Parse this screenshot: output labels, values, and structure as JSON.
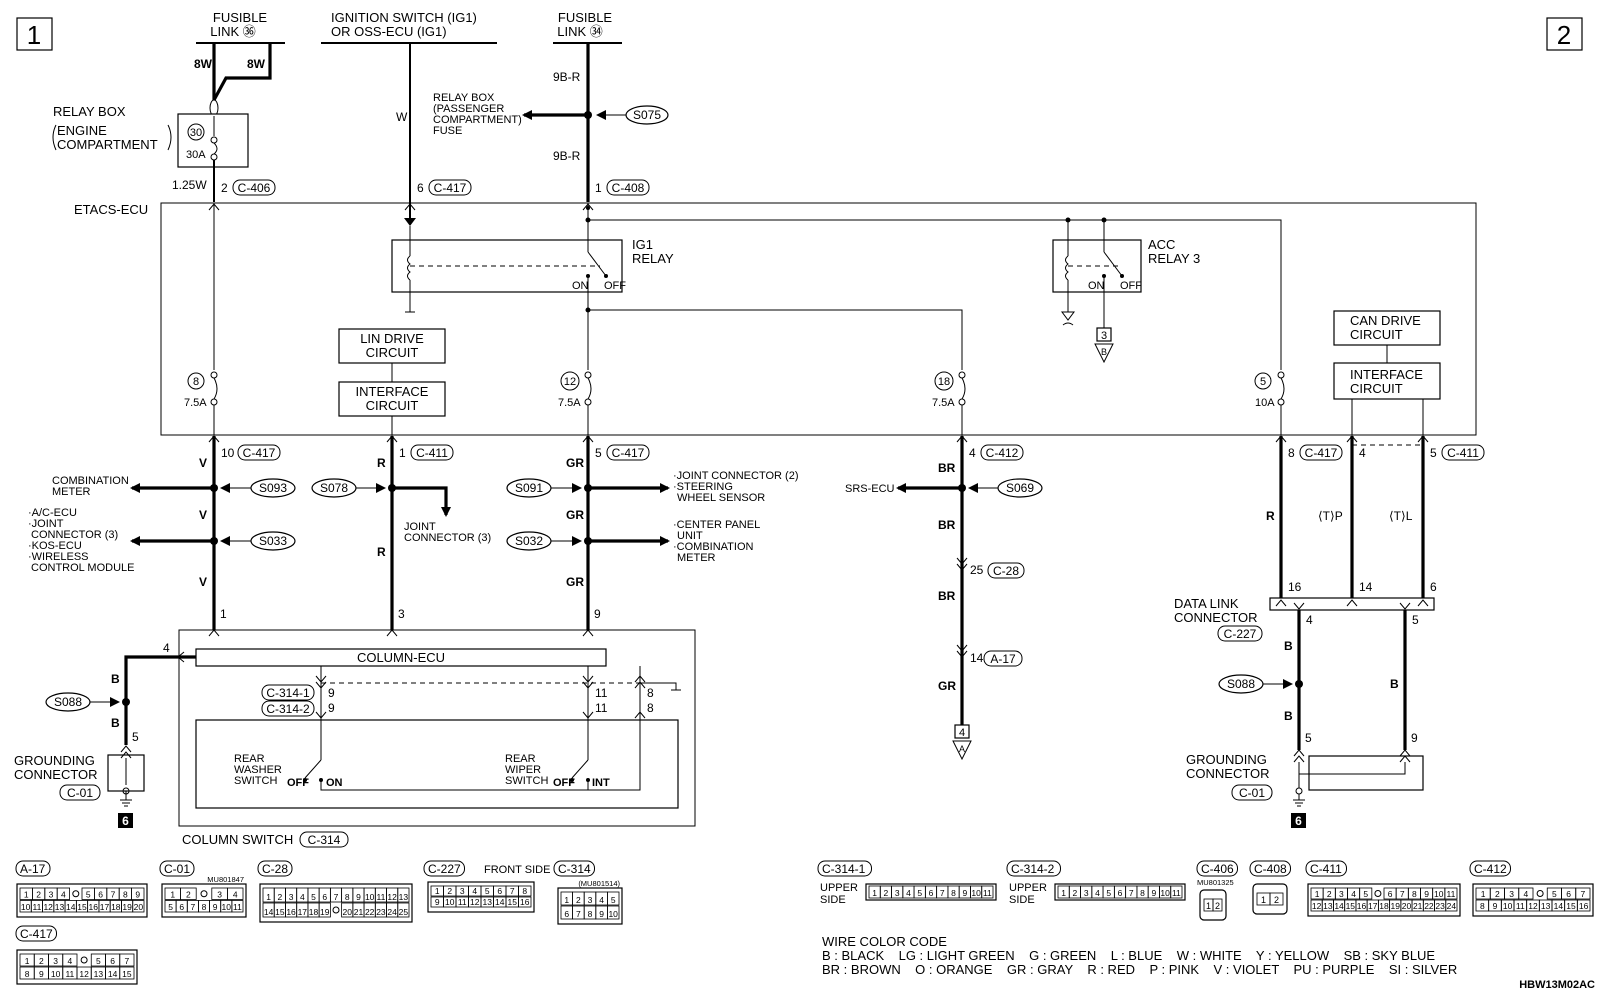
{
  "corner_labels": [
    "1",
    "2"
  ],
  "sources": {
    "fusible_link_36": [
      "FUSIBLE",
      "LINK ㊱"
    ],
    "ignition_switch": [
      "IGNITION SWITCH (IG1)",
      "OR OSS-ECU (IG1)"
    ],
    "fusible_link_34": [
      "FUSIBLE",
      "LINK ㉞"
    ]
  },
  "relay_box_engine": {
    "label": [
      "RELAY BOX",
      "ENGINE",
      "COMPARTMENT"
    ],
    "fuse_no": "30",
    "fuse_rating": "30A"
  },
  "relay_box_passenger": [
    "RELAY BOX",
    "(PASSENGER",
    "COMPARTMENT)",
    "FUSE"
  ],
  "splices": {
    "s075": "S075",
    "s093": "S093",
    "s033": "S033",
    "s078": "S078",
    "s091": "S091",
    "s032": "S032",
    "s069": "S069",
    "s088_left": "S088",
    "s088_right": "S088"
  },
  "etacs": {
    "label": "ETACS-ECU",
    "ig1_relay": [
      "IG1",
      "RELAY"
    ],
    "acc_relay": [
      "ACC",
      "RELAY 3"
    ],
    "on": "ON",
    "off": "OFF",
    "lin_drive": [
      "LIN DRIVE",
      "CIRCUIT"
    ],
    "interface_left": [
      "INTERFACE",
      "CIRCUIT"
    ],
    "can_drive": [
      "CAN DRIVE",
      "CIRCUIT"
    ],
    "interface_right": [
      "INTERFACE",
      "CIRCUIT"
    ],
    "fuses": [
      {
        "no": "8",
        "rating": "7.5A"
      },
      {
        "no": "12",
        "rating": "7.5A"
      },
      {
        "no": "18",
        "rating": "7.5A"
      },
      {
        "no": "5",
        "rating": "10A"
      }
    ],
    "ref_3": "3",
    "ref_b": "B"
  },
  "wire_colors_on_diagram": {
    "w8w_a": "8W",
    "w8w_b": "8W",
    "w125w": "1.25W",
    "w_w": "W",
    "w9br_a": "9B-R",
    "w9br_b": "9B-R",
    "v": "V",
    "r": "R",
    "gr": "GR",
    "br": "BR",
    "b": "B",
    "tp": "⟨T⟩P",
    "tl": "⟨T⟩L"
  },
  "connectors_top": {
    "c406": {
      "pin": "2",
      "name": "C-406"
    },
    "c417_top": {
      "pin": "6",
      "name": "C-417"
    },
    "c408": {
      "pin": "1",
      "name": "C-408"
    }
  },
  "connectors_bottom": {
    "c417_a": {
      "pin": "10",
      "name": "C-417"
    },
    "c411_a": {
      "pin": "1",
      "name": "C-411"
    },
    "c417_b": {
      "pin": "5",
      "name": "C-417"
    },
    "c412": {
      "pin": "4",
      "name": "C-412"
    },
    "c417_c": {
      "pin": "8",
      "name": "C-417"
    },
    "c411_b_pin4": "4",
    "c411_b": {
      "pin": "5",
      "name": "C-411"
    }
  },
  "destinations": {
    "combination_meter": [
      "COMBINATION",
      "METER"
    ],
    "ac_group": [
      "·A/C-ECU",
      "·JOINT",
      "CONNECTOR (3)",
      "·KOS-ECU",
      "·WIRELESS",
      "CONTROL MODULE"
    ],
    "joint_connector_3": [
      "JOINT",
      "CONNECTOR (3)"
    ],
    "joint_connector_2": [
      "·JOINT CONNECTOR (2)",
      "·STEERING",
      "WHEEL SENSOR"
    ],
    "center_panel": [
      "·CENTER PANEL",
      "UNIT",
      "·COMBINATION",
      "METER"
    ],
    "srs_ecu": "SRS-ECU"
  },
  "column": {
    "ecu_label": "COLUMN-ECU",
    "switch_label": "COLUMN SWITCH",
    "switch_conn": "C-314",
    "c314_1": "C-314-1",
    "c314_2": "C-314-2",
    "rear_washer": [
      "REAR",
      "WASHER",
      "SWITCH"
    ],
    "rear_wiper": [
      "REAR",
      "WIPER",
      "SWITCH"
    ],
    "off": "OFF",
    "on": "ON",
    "int": "INT",
    "pins": {
      "p1": "1",
      "p3": "3",
      "p9": "9",
      "p4": "4",
      "p9a": "9",
      "p9b": "9",
      "p11a": "11",
      "p11b": "11",
      "p8a": "8",
      "p8b": "8"
    }
  },
  "grounding_left": {
    "label": [
      "GROUNDING",
      "CONNECTOR"
    ],
    "conn": "C-01",
    "pin": "5",
    "ground_no": "6"
  },
  "srs_branch": {
    "c28_pin": "25",
    "c28": "C-28",
    "a17_pin": "14",
    "a17": "A-17",
    "ref_4": "4",
    "ref_a": "A"
  },
  "data_link": {
    "label": [
      "DATA LINK",
      "CONNECTOR"
    ],
    "conn": "C-227",
    "pins": {
      "p16": "16",
      "p14": "14",
      "p6": "6",
      "p4": "4",
      "p5": "5"
    }
  },
  "grounding_right": {
    "label": [
      "GROUNDING",
      "CONNECTOR"
    ],
    "conn": "C-01",
    "pin5": "5",
    "pin9": "9",
    "ground_no": "6"
  },
  "connector_views": {
    "a17": {
      "name": "A-17",
      "row1": [
        "1",
        "2",
        "3",
        "4",
        "",
        "5",
        "6",
        "7",
        "8",
        "9"
      ],
      "row2": [
        "10",
        "11",
        "12",
        "13",
        "14",
        "15",
        "16",
        "17",
        "18",
        "19",
        "20"
      ]
    },
    "c01": {
      "name": "C-01",
      "part": "MU801847",
      "row1": [
        "1",
        "2",
        "",
        "3",
        "4"
      ],
      "row2": [
        "5",
        "6",
        "7",
        "8",
        "9",
        "10",
        "11"
      ]
    },
    "c28": {
      "name": "C-28",
      "row1": [
        "1",
        "2",
        "3",
        "4",
        "5",
        "6",
        "7",
        "8",
        "9",
        "10",
        "11",
        "12",
        "13"
      ],
      "row2": [
        "14",
        "15",
        "16",
        "17",
        "18",
        "19",
        "",
        "20",
        "21",
        "22",
        "23",
        "24",
        "25"
      ]
    },
    "c227": {
      "name": "C-227",
      "side": "FRONT SIDE",
      "row1": [
        "1",
        "2",
        "3",
        "4",
        "5",
        "6",
        "7",
        "8"
      ],
      "row2": [
        "9",
        "10",
        "11",
        "12",
        "13",
        "14",
        "15",
        "16"
      ]
    },
    "c314": {
      "name": "C-314",
      "part": "(MU801514)",
      "row1": [
        "1",
        "2",
        "3",
        "4",
        "5"
      ],
      "row2": [
        "6",
        "7",
        "8",
        "9",
        "10"
      ]
    },
    "c417": {
      "name": "C-417",
      "row1": [
        "1",
        "2",
        "3",
        "4",
        "",
        "5",
        "6",
        "7"
      ],
      "row2": [
        "8",
        "9",
        "10",
        "11",
        "12",
        "13",
        "14",
        "15"
      ]
    },
    "c314_1": {
      "name": "C-314-1",
      "side": [
        "UPPER",
        "SIDE"
      ],
      "pins": [
        "1",
        "2",
        "3",
        "4",
        "5",
        "6",
        "7",
        "8",
        "9",
        "10",
        "11"
      ]
    },
    "c314_2": {
      "name": "C-314-2",
      "side": [
        "UPPER",
        "SIDE"
      ],
      "pins": [
        "1",
        "2",
        "3",
        "4",
        "5",
        "6",
        "7",
        "8",
        "9",
        "10",
        "11"
      ]
    },
    "c406": {
      "name": "C-406",
      "part": "MU801325",
      "pins": [
        "1",
        "2"
      ]
    },
    "c408": {
      "name": "C-408",
      "pins": [
        "1",
        "2"
      ]
    },
    "c411": {
      "name": "C-411",
      "row1": [
        "1",
        "2",
        "3",
        "4",
        "5",
        "",
        "6",
        "7",
        "8",
        "9",
        "10",
        "11"
      ],
      "row2": [
        "12",
        "13",
        "14",
        "15",
        "16",
        "17",
        "18",
        "19",
        "20",
        "21",
        "22",
        "23",
        "24"
      ]
    },
    "c412": {
      "name": "C-412",
      "row1": [
        "1",
        "2",
        "3",
        "4",
        "",
        "5",
        "6",
        "7"
      ],
      "row2": [
        "8",
        "9",
        "10",
        "11",
        "12",
        "13",
        "14",
        "15",
        "16"
      ]
    }
  },
  "wire_color_code": {
    "title": "WIRE COLOR CODE",
    "row1": "B : BLACK    LG : LIGHT GREEN    G : GREEN    L : BLUE    W : WHITE    Y : YELLOW    SB : SKY BLUE",
    "row2": "BR : BROWN    O : ORANGE    GR : GRAY    R : RED    P : PINK    V : VIOLET    PU : PURPLE    SI : SILVER"
  },
  "diagram_code": "HBW13M02AC"
}
